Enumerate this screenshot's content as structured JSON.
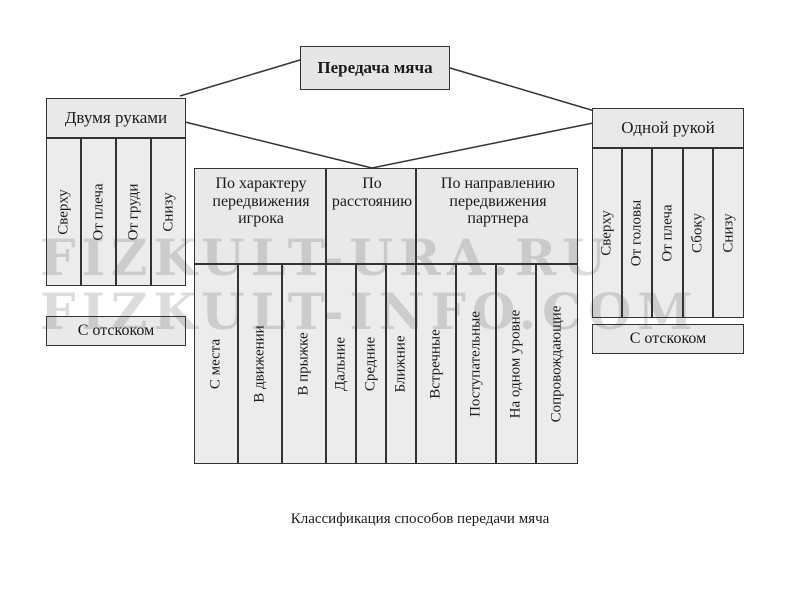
{
  "diagram": {
    "root": "Передача мяча",
    "left_group": {
      "title": "Двумя руками",
      "items": [
        "Сверху",
        "От плеча",
        "От груди",
        "Снизу"
      ],
      "bounce": "С отскоком"
    },
    "right_group": {
      "title": "Одной рукой",
      "items": [
        "Сверху",
        "От головы",
        "От плеча",
        "Сбоку",
        "Снизу"
      ],
      "bounce": "С отскоком"
    },
    "center_group": {
      "headers": [
        "По характеру передвижения игрока",
        "По расстоянию",
        "По направлению передвижения партнера"
      ],
      "items": [
        "С места",
        "В движении",
        "В прыжке",
        "Дальние",
        "Средние",
        "Ближние",
        "Встречные",
        "Поступательные",
        "На одном уровне",
        "Сопровождающие"
      ]
    },
    "caption": "Классификация способов передачи мяча",
    "watermark": [
      "FIZKULT-URA.RU",
      "FIZKULT-INFO.COM"
    ]
  }
}
